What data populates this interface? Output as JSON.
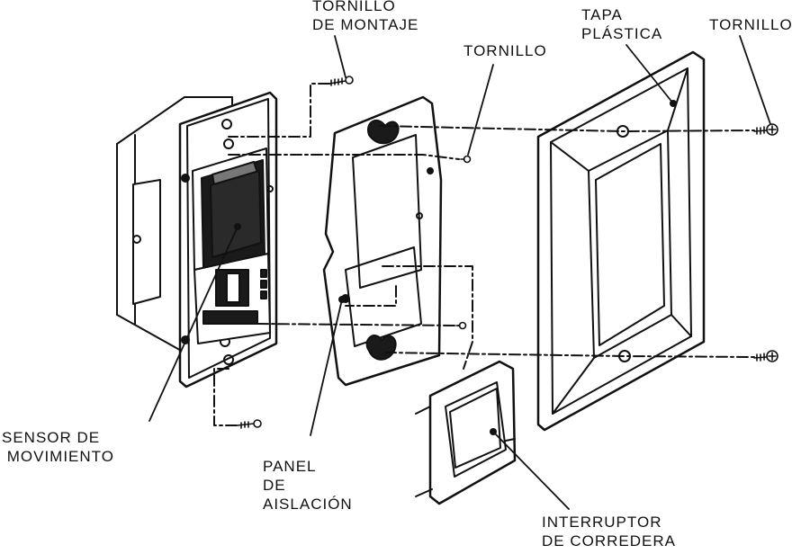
{
  "labels": {
    "mounting_screw": [
      "TORNILLO",
      "DE  MONTAJE"
    ],
    "screw_middle": [
      "TORNILLO"
    ],
    "plastic_cover": [
      "TAPA",
      "PLÁSTICA"
    ],
    "screw_right": [
      "TORNILLO"
    ],
    "motion_sensor": [
      "SENSOR DE",
      " MOVIMIENTO"
    ],
    "insulation_panel": [
      "PANEL",
      "DE",
      "AISLACIÓN"
    ],
    "slide_switch": [
      "INTERRUPTOR",
      "DE CORREDERA"
    ]
  },
  "colors": {
    "ink": "#111111",
    "fill_light": "#ffffff",
    "fill_dark": "#1a1a1a",
    "shade": "#777777"
  }
}
